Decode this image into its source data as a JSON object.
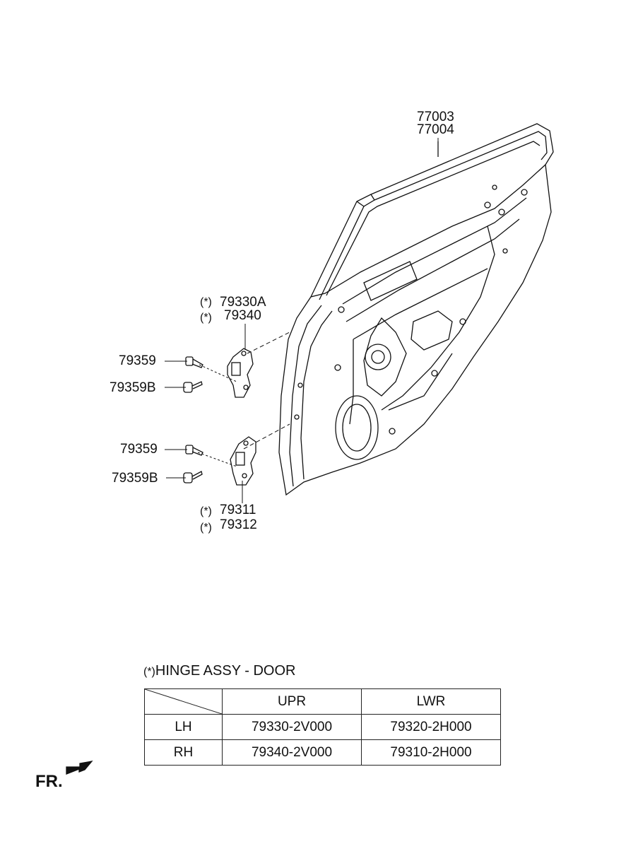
{
  "callouts": {
    "door_panel_a": "77003",
    "door_panel_b": "77004",
    "upper_hinge_a": "79330A",
    "upper_hinge_b": "79340",
    "upper_bolt": "79359",
    "upper_bolt_b": "79359B",
    "lower_bolt": "79359",
    "lower_bolt_b": "79359B",
    "lower_hinge_a": "79311",
    "lower_hinge_b": "79312",
    "asterisk_mark": "(*)"
  },
  "hinge_table": {
    "title": "HINGE ASSY - DOOR",
    "columns": [
      "UPR",
      "LWR"
    ],
    "rows": [
      {
        "side": "LH",
        "upr": "79330-2V000",
        "lwr": "79320-2H000"
      },
      {
        "side": "RH",
        "upr": "79340-2V000",
        "lwr": "79310-2H000"
      }
    ]
  },
  "direction_label": "FR."
}
